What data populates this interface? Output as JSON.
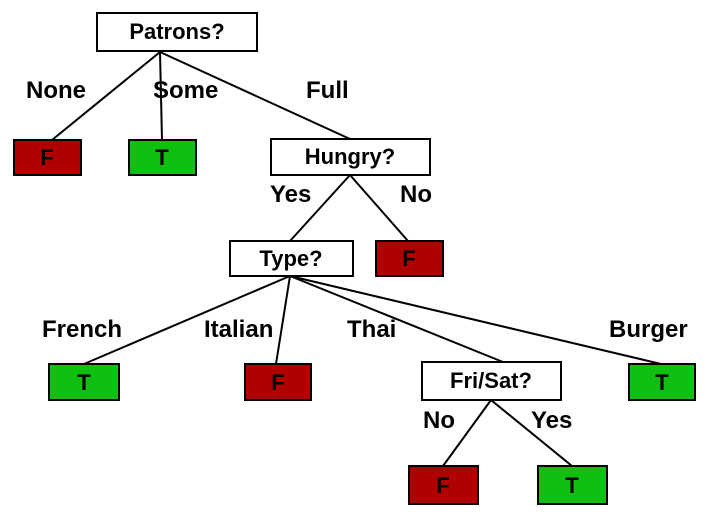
{
  "colors": {
    "false_leaf": "#b00000",
    "true_leaf": "#10c010",
    "decision_box": "#ffffff",
    "border": "#000000",
    "text": "#000000"
  },
  "nodes": {
    "patrons": "Patrons?",
    "hungry": "Hungry?",
    "type": "Type?",
    "frisat": "Fri/Sat?",
    "leaf_none": "F",
    "leaf_some": "T",
    "leaf_hungry_no": "F",
    "leaf_french": "T",
    "leaf_italian": "F",
    "leaf_burger": "T",
    "leaf_frisat_no": "F",
    "leaf_frisat_yes": "T"
  },
  "edges": {
    "none": "None",
    "some": "Some",
    "full": "Full",
    "hungry_yes": "Yes",
    "hungry_no": "No",
    "french": "French",
    "italian": "Italian",
    "thai": "Thai",
    "burger": "Burger",
    "frisat_no": "No",
    "frisat_yes": "Yes"
  }
}
